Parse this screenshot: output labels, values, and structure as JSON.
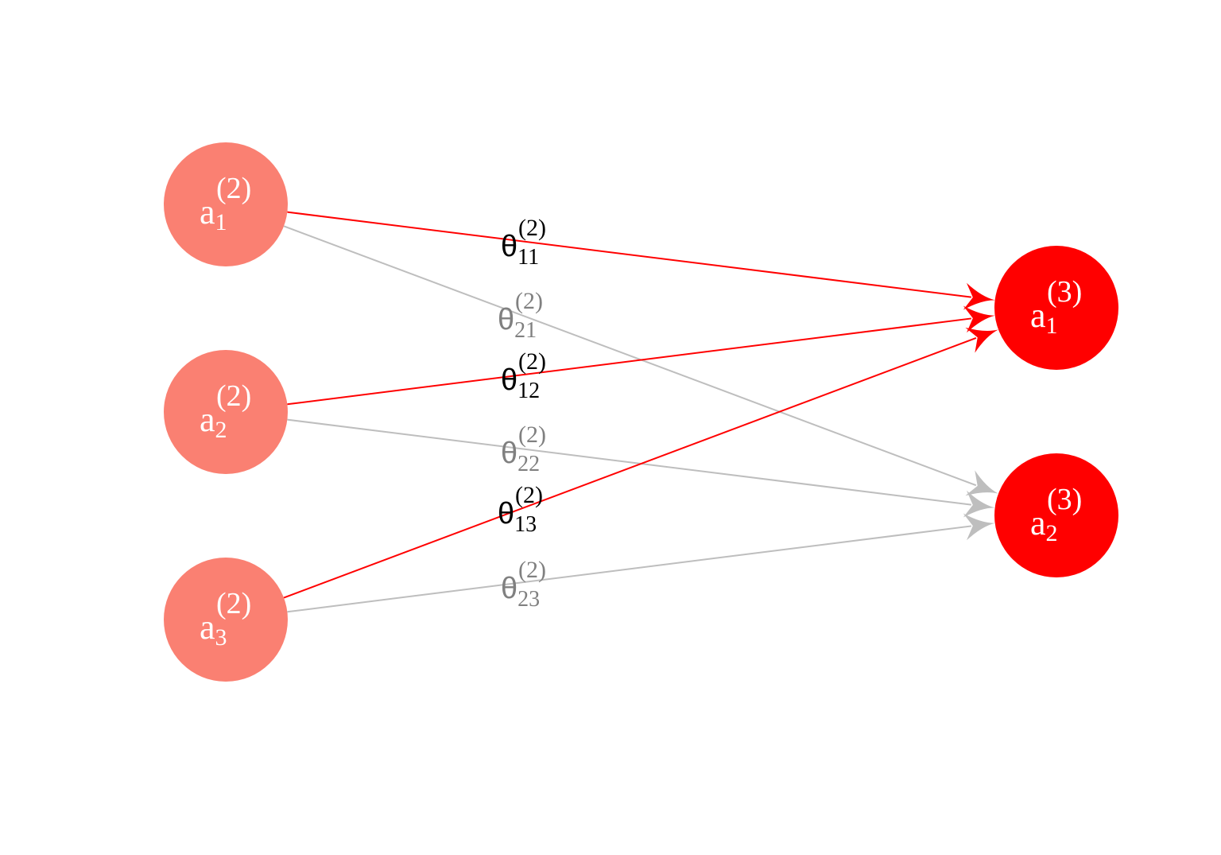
{
  "colors": {
    "layer2_node": "#FA8072",
    "layer3_node": "#FF0000",
    "active_edge": "#FF0000",
    "inactive_edge": "#BEBEBE",
    "active_label": "#000000",
    "inactive_label": "#808080",
    "node_text": "#FFFFFF"
  },
  "nodes": [
    {
      "id": "a1_2",
      "base": "a",
      "sub": "1",
      "sup": "(2)",
      "layer": 2
    },
    {
      "id": "a2_2",
      "base": "a",
      "sub": "2",
      "sup": "(2)",
      "layer": 2
    },
    {
      "id": "a3_2",
      "base": "a",
      "sub": "3",
      "sup": "(2)",
      "layer": 2
    },
    {
      "id": "a1_3",
      "base": "a",
      "sub": "1",
      "sup": "(3)",
      "layer": 3
    },
    {
      "id": "a2_3",
      "base": "a",
      "sub": "2",
      "sup": "(3)",
      "layer": 3
    }
  ],
  "edges": [
    {
      "from": "a1_2",
      "to": "a1_3",
      "active": true,
      "label": {
        "base": "θ",
        "sub": "11",
        "sup": "(2)"
      }
    },
    {
      "from": "a1_2",
      "to": "a2_3",
      "active": false,
      "label": {
        "base": "θ",
        "sub": "21",
        "sup": "(2)"
      }
    },
    {
      "from": "a2_2",
      "to": "a1_3",
      "active": true,
      "label": {
        "base": "θ",
        "sub": "12",
        "sup": "(2)"
      }
    },
    {
      "from": "a2_2",
      "to": "a2_3",
      "active": false,
      "label": {
        "base": "θ",
        "sub": "22",
        "sup": "(2)"
      }
    },
    {
      "from": "a3_2",
      "to": "a1_3",
      "active": true,
      "label": {
        "base": "θ",
        "sub": "13",
        "sup": "(2)"
      }
    },
    {
      "from": "a3_2",
      "to": "a2_3",
      "active": false,
      "label": {
        "base": "θ",
        "sub": "23",
        "sup": "(2)"
      }
    }
  ]
}
